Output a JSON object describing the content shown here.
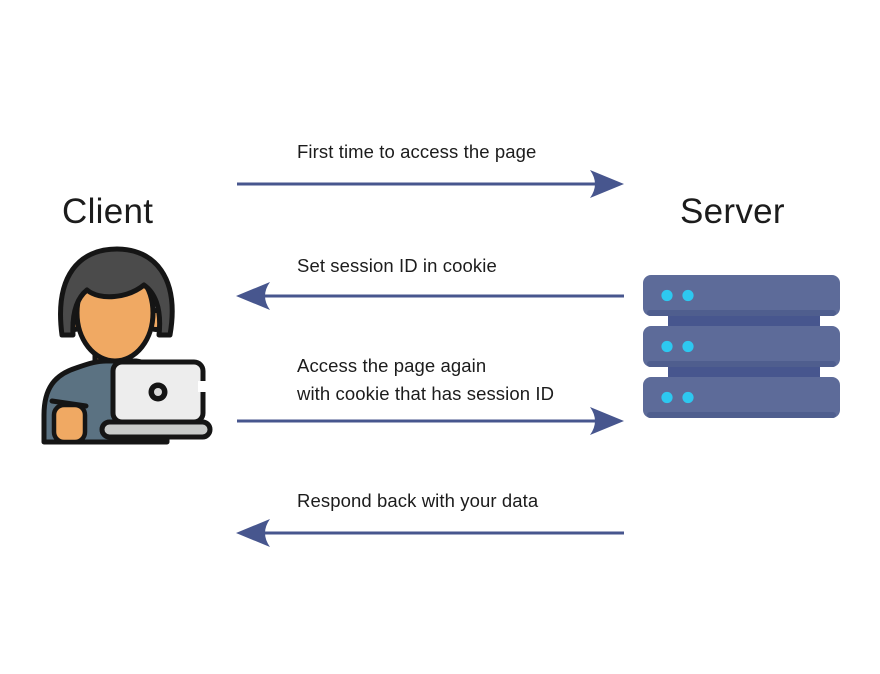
{
  "diagram": {
    "type": "client-server-session-sequence",
    "client_label": "Client",
    "server_label": "Server",
    "messages": [
      {
        "direction": "client-to-server",
        "lines": [
          "First time to access the page"
        ]
      },
      {
        "direction": "server-to-client",
        "lines": [
          "Set session ID in cookie"
        ]
      },
      {
        "direction": "client-to-server",
        "lines": [
          "Access the page again",
          "with cookie that has session ID"
        ]
      },
      {
        "direction": "server-to-client",
        "lines": [
          "Respond back with your data"
        ]
      }
    ],
    "icons": {
      "client": "person-with-laptop-icon",
      "server": "server-stack-icon"
    },
    "colors": {
      "arrow": "#47568e",
      "text": "#1c1c1c",
      "server_body": "#5d6b99",
      "server_divider": "#47568e",
      "server_shadow": "#4f5e8e",
      "server_dot": "#2dc8f0",
      "skin": "#f0a963",
      "hair": "#4b4b4b",
      "shirt": "#5b7282",
      "laptop_lid": "#ededed",
      "laptop_base": "#c9cbca",
      "outline": "#151515",
      "background": "#ffffff"
    }
  }
}
